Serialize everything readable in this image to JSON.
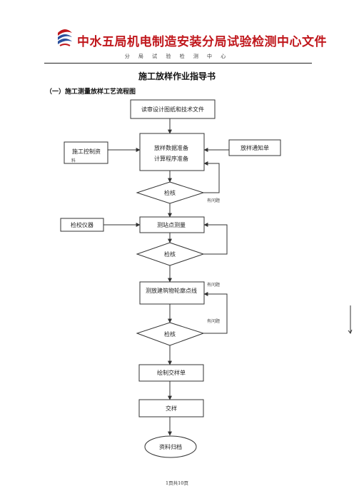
{
  "header": {
    "title": "中水五局机电制造安装分局试验检测中心文件",
    "subtitle": "分 局 试 验 检 测 中 心"
  },
  "document": {
    "title": "施工放样作业指导书",
    "section_heading": "（一）施工测量放样工艺流程图"
  },
  "flowchart": {
    "review_drawings": "读审设计图纸和技术文件",
    "data_prep_line1": "放样数据准备",
    "data_prep_line2": "计算程序准备",
    "control_data_line1": "施工控制资",
    "control_data_line2": "料",
    "notice": "放样通知单",
    "check1": "检核",
    "issue1": "有问题",
    "instrument": "检校仪器",
    "station_survey": "测站点测量",
    "check2": "检核",
    "issue2": "有问题",
    "contour_layout": "测放建筑物轮廓点线",
    "check3": "检核",
    "issue3": "有问题",
    "draw_handover": "绘制交样单",
    "handover": "交样",
    "archive": "资料归档"
  },
  "footer": {
    "page": "1页共10页"
  },
  "colors": {
    "title_red": "#c0171c",
    "logo_blue": "#2a4f9c",
    "line": "#333333"
  }
}
